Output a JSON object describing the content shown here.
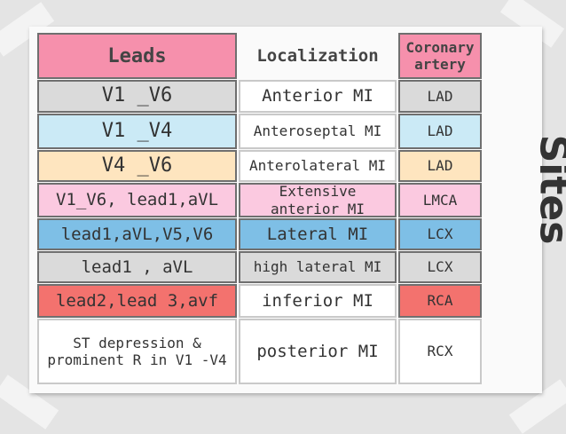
{
  "header": {
    "leads": "Leads",
    "localization": "Localization",
    "artery": "Coronary artery"
  },
  "side_title": "Sites",
  "colors": {
    "pink": "#f690ac",
    "gray": "#dadada",
    "blue": "#cbeaf6",
    "peach": "#fee5bf",
    "lightpink": "#fbc9e0",
    "mblue": "#7ebfe6",
    "red": "#f3726e",
    "white": "#ffffff"
  },
  "rows": [
    {
      "leads": "V1 _V6",
      "loc": "Anterior MI",
      "artery": "LAD"
    },
    {
      "leads": "V1 _V4",
      "loc": "Anteroseptal MI",
      "artery": "LAD"
    },
    {
      "leads": "V4 _V6",
      "loc": "Anterolateral MI",
      "artery": "LAD"
    },
    {
      "leads": "V1_V6, lead1,aVL",
      "loc": "Extensive anterior MI",
      "artery": "LMCA"
    },
    {
      "leads": "lead1,aVL,V5,V6",
      "loc": "Lateral MI",
      "artery": "LCX"
    },
    {
      "leads": "lead1 , aVL",
      "loc": "high lateral MI",
      "artery": "LCX"
    },
    {
      "leads": "lead2,lead 3,avf",
      "loc": "inferior MI",
      "artery": "RCA"
    },
    {
      "leads": "ST depression & prominent R in V1 -V4",
      "loc": "posterior MI",
      "artery": "RCX"
    }
  ]
}
